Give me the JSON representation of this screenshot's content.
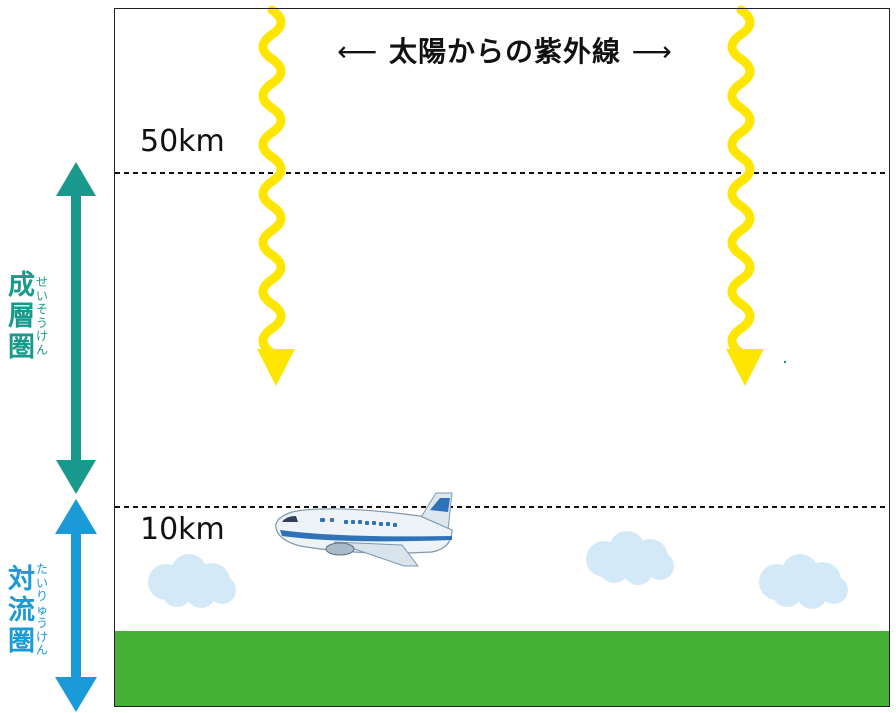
{
  "title": "太陽からの紫外線",
  "altitudes": [
    "50km",
    "10km"
  ],
  "layers": [
    {
      "name_chars": [
        "成",
        "層",
        "圏"
      ],
      "reading_chars": [
        "せ",
        "い",
        "そ",
        "う",
        "け",
        "ん"
      ],
      "color": "#1a9a8c"
    },
    {
      "name_chars": [
        "対",
        "流",
        "圏"
      ],
      "reading_chars": [
        "た",
        "い",
        "り",
        "ゅ",
        "う",
        "け",
        "ん"
      ],
      "color": "#1a9ad6"
    }
  ],
  "colors": {
    "uv_ray": "#ffe600",
    "ground": "#45b035",
    "cloud": "#d4e9f7"
  }
}
